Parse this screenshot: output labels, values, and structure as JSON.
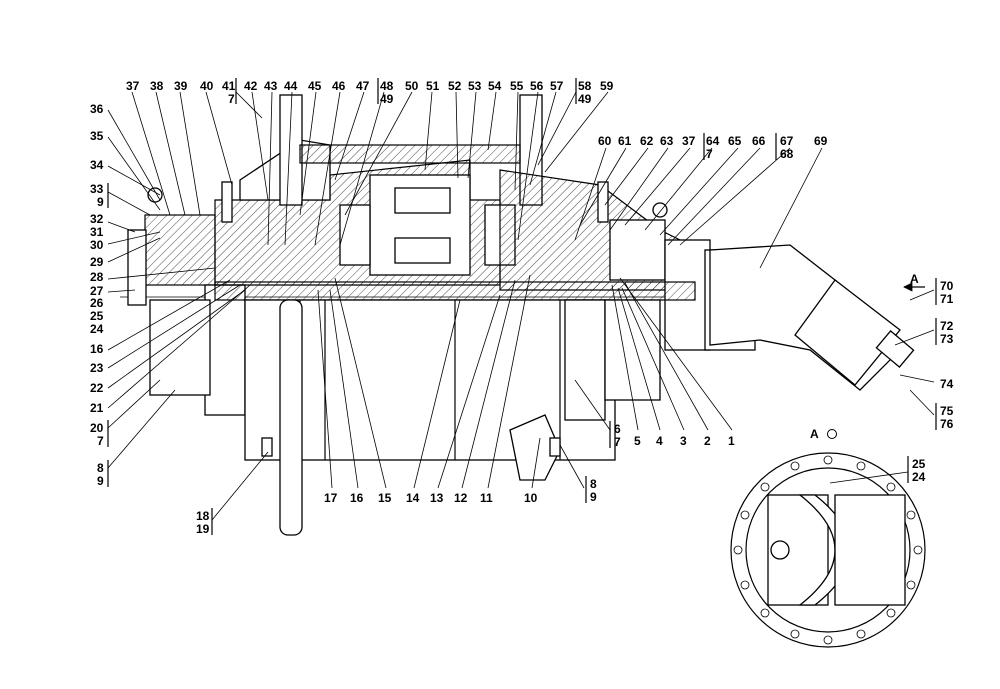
{
  "view_label": "A",
  "view_rot_label": "A",
  "callouts_top": [
    "37",
    "38",
    "39",
    "40",
    "41",
    "42",
    "43",
    "44",
    "45",
    "46",
    "47",
    "48",
    "50",
    "51",
    "52",
    "53",
    "54",
    "55",
    "56",
    "57",
    "58",
    "59"
  ],
  "callouts_top_sub": {
    "41": "7",
    "48": "49",
    "58": "49"
  },
  "callouts_right_top": [
    "60",
    "61",
    "62",
    "63",
    "37",
    "64",
    "65",
    "66",
    "67",
    "69"
  ],
  "callouts_right_top_sub": {
    "64": "7",
    "67": "68"
  },
  "callouts_left": [
    "36",
    "35",
    "34",
    "33",
    "9",
    "32",
    "31",
    "30",
    "29",
    "28",
    "27",
    "26",
    "25",
    "24",
    "16",
    "23",
    "22",
    "21",
    "20",
    "7",
    "8",
    "9"
  ],
  "callouts_bottom": [
    "18",
    "19",
    "17",
    "16",
    "15",
    "14",
    "13",
    "12",
    "11",
    "10",
    "8",
    "9",
    "6",
    "7",
    "5",
    "4",
    "3",
    "2",
    "1"
  ],
  "callouts_right": [
    "70",
    "71",
    "72",
    "73",
    "74",
    "75",
    "76"
  ],
  "callouts_inset": [
    "25",
    "24"
  ]
}
